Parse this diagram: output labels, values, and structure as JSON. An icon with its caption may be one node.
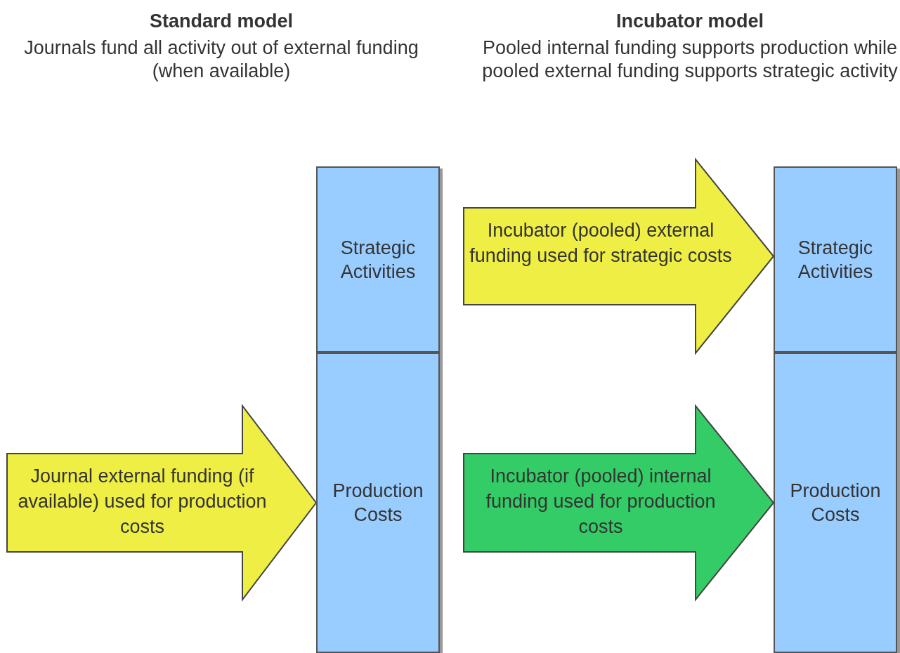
{
  "diagram": {
    "nodes": [
      {
        "text": [
          "Strategic Activities"
        ]
      },
      {
        "text": [
          "Production Costs"
        ]
      },
      {
        "text": [
          "Strategic Activities"
        ]
      },
      {
        "text": [
          "Production Costs"
        ]
      }
    ],
    "edges": [
      {
        "from": null,
        "to": 1,
        "arrow": "to",
        "label": "Journal external funding (if available) used for production costs"
      },
      {
        "from": null,
        "to": 2,
        "arrow": "to",
        "label": "Incubator (pooled) external funding used for strategic costs"
      },
      {
        "from": null,
        "to": 3,
        "arrow": "to",
        "label": "Incubator (pooled) internal funding used for production costs",
        "color": "#33cc66"
      }
    ],
    "labels": [
      "Standard model",
      "Journals fund all activity out of external funding (when available)",
      "Incubator model",
      "Pooled internal funding supports production while pooled external funding supports strategic activity"
    ]
  }
}
